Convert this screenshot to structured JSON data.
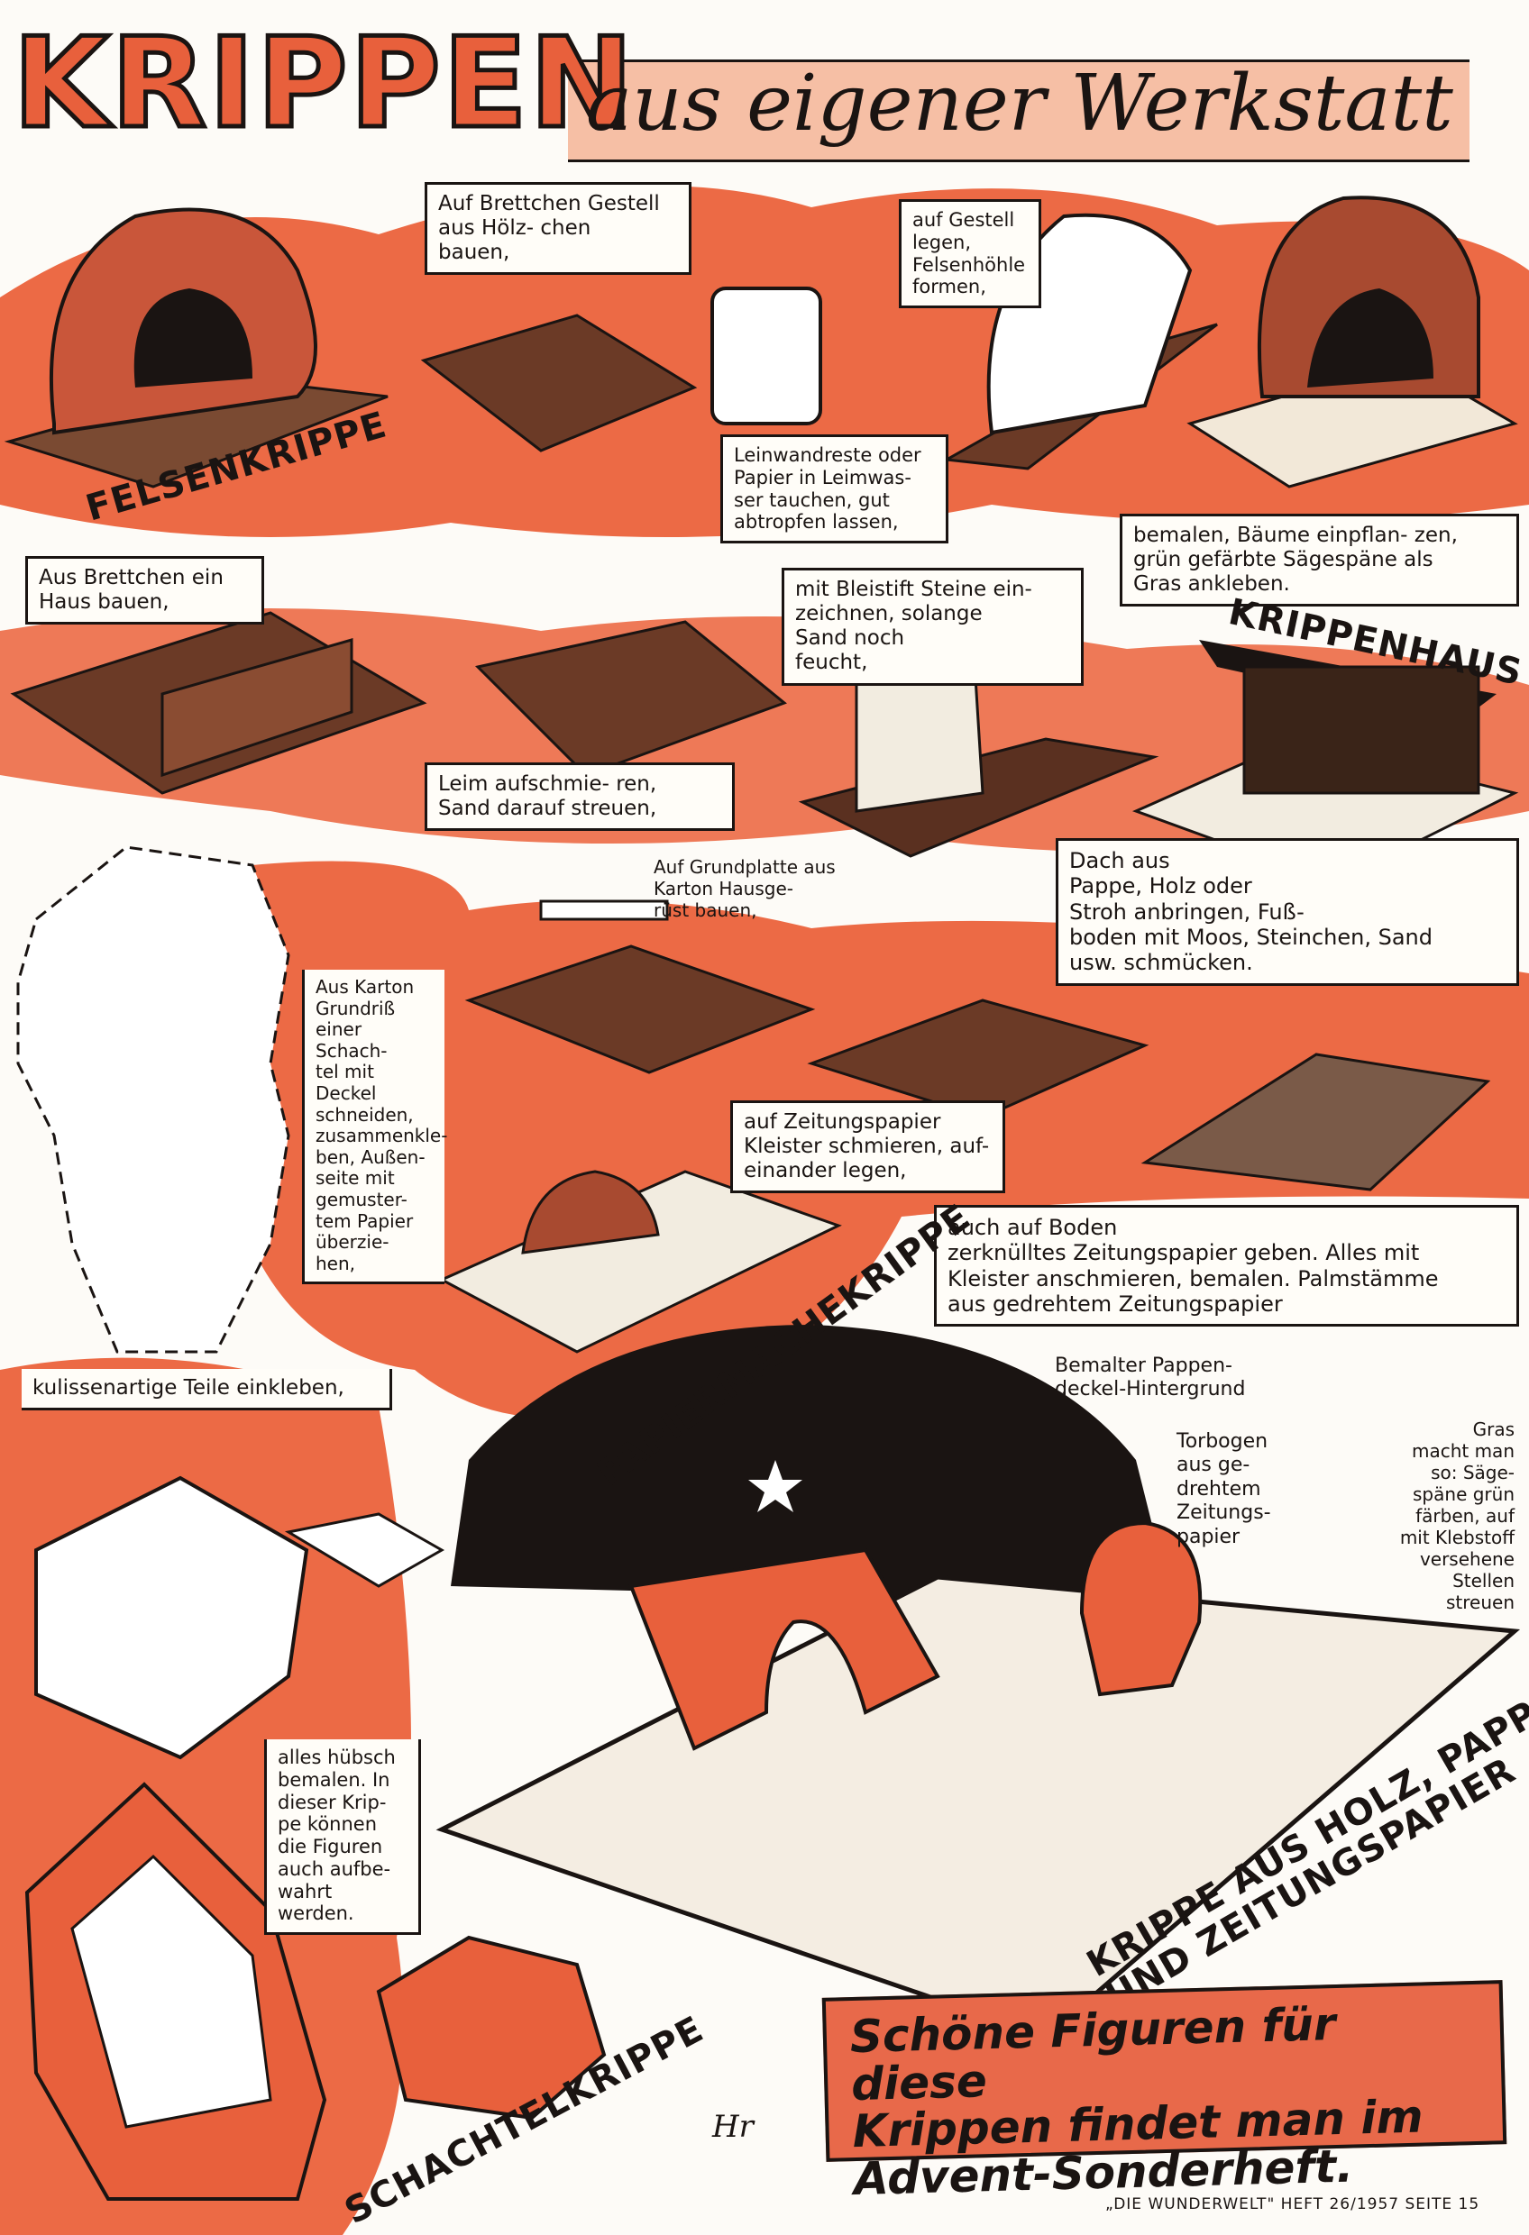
{
  "title": {
    "main": "KRIPPEN",
    "sub": "aus eigener Werkstatt"
  },
  "labels": {
    "felsenkrippe": "FELSENKRIPPE",
    "krippenhaus": "KRIPPENHAUS",
    "papiermachekrippe": "PAPIERMACHEKRIPPE",
    "krippe_holz": "KRIPPE AUS HOLZ, PAPPE\nUND ZEITUNGSPAPIER",
    "schachtelkrippe": "SCHACHTELKRIPPE"
  },
  "captions": {
    "gestell": "Auf Brettchen Gestell\naus Hölz-      chen\nbauen,",
    "leinwand": "Leinwandreste oder\nPapier in Leimwas-\nser tauchen, gut\nabtropfen lassen,",
    "felsenhoehle": "auf Gestell\nlegen,\nFelsenhöhle\nformen,",
    "bemalen_baeume": "bemalen, Bäume einpflan-      zen,\ngrün gefärbte Sägespäne als\nGras ankleben.",
    "haus_bauen": "Aus Brettchen ein\nHaus bauen,",
    "leim": "Leim aufschmie-        ren,\nSand darauf streuen,",
    "bleistift": "mit Bleistift Steine ein-\nzeichnen, solange\nSand noch\nfeucht,",
    "dach": "Dach aus\nPappe, Holz oder\nStroh anbringen, Fuß-\nboden mit Moos, Steinchen, Sand\nusw. schmücken.",
    "grundplatte": "Auf Grundplatte aus\nKarton Hausge-\nrüst bauen,",
    "karton": "Aus Karton\nGrundriß\neiner Schach-\ntel mit Deckel\nschneiden,\nzusammenkle-\nben, Außen-\nseite mit\ngemuster-\ntem Papier\nüberzie-\nhen,",
    "zeitungspapier": "auf Zeitungspapier\nKleister schmieren, auf-\neinander legen,",
    "boden": "auch auf Boden\nzerknülltes Zeitungspapier geben. Alles mit\nKleister anschmieren, bemalen. Palmstämme\naus gedrehtem Zeitungspapier",
    "kulissen": "kulissenartige Teile einkleben,",
    "hintergrund": "Bemalter Pappen-\ndeckel-Hintergrund",
    "torbogen": "Torbogen\naus ge-\ndrehtem\nZeitungs-\npapier",
    "gras": "Gras\nmacht man\nso: Säge-\nspäne grün\nfärben, auf\nmit Klebstoff\nversehene\nStellen\nstreuen",
    "huebsch": "alles hübsch\nbemalen. In\ndieser Krip-\npe können\ndie Figuren\nauch aufbe-\nwahrt\n     werden."
  },
  "advert": "Schöne Figuren für diese\nKrippen findet man im\nAdvent-Sonderheft.",
  "signature": "Hr",
  "footer": "„DIE WUNDERWELT\" HEFT 26/1957   SEITE 15",
  "colors": {
    "accent": "#e8603c",
    "banner": "#f6bfa5",
    "ink": "#1a1412",
    "wood": "#6b3a26"
  }
}
